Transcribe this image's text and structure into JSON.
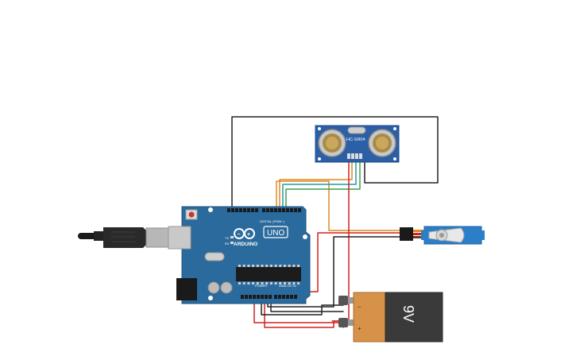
{
  "arduino": {
    "brand": "ARDUINO",
    "model": "UNO",
    "digital_header_label": "DIGITAL (PWM~)",
    "power_label": "POWER",
    "analog_label": "ANALOG IN",
    "tx_label": "TX",
    "rx_label": "RX"
  },
  "sensor": {
    "model": "HC-SR04"
  },
  "battery": {
    "voltage_label": "9V",
    "minus_label": "−",
    "plus_label": "+"
  },
  "colors": {
    "board": "#2a6a9c",
    "wire_black": "#222222",
    "wire_red": "#d22020",
    "wire_orange": "#e08a1e",
    "wire_teal": "#1f9bb0",
    "wire_green": "#3aa14b",
    "battery_body": "#3a3a3a",
    "battery_cap": "#d7924a",
    "servo_blue": "#2b7fc9"
  }
}
